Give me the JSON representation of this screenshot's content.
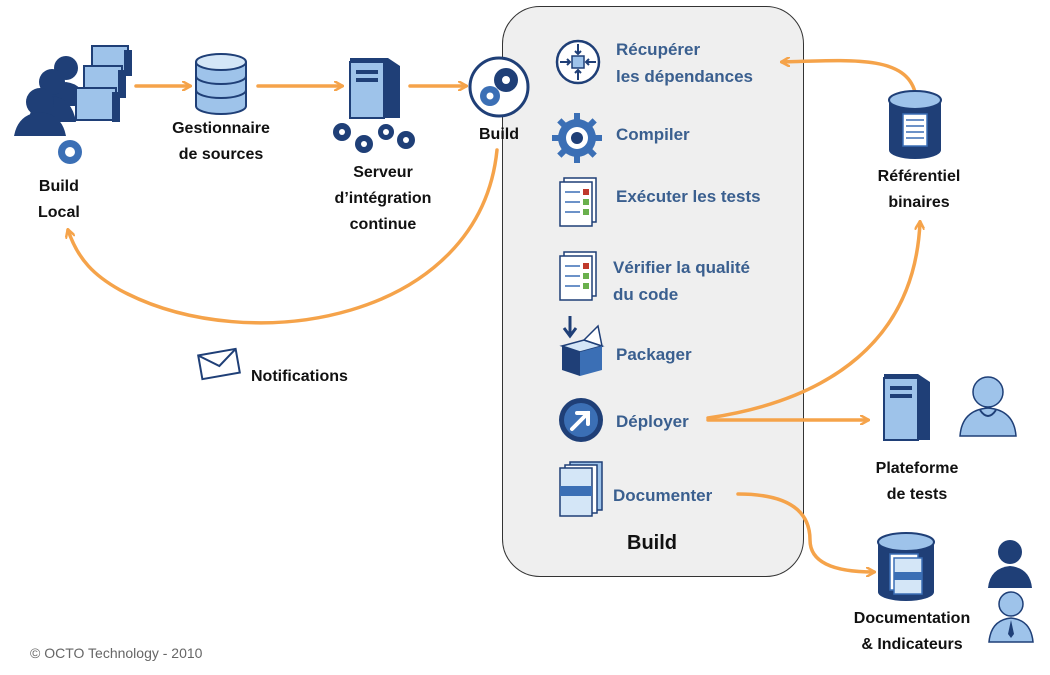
{
  "colors": {
    "arrow": "#f5a34a",
    "step_text": "#3a5f8f",
    "icon_dark": "#1f3f77",
    "icon_mid": "#3b6fb5",
    "icon_light": "#9ec3ea"
  },
  "nodes": {
    "build_local": [
      "Build",
      "Local"
    ],
    "scm": [
      "Gestionnaire",
      "de sources"
    ],
    "ci_server": [
      "Serveur",
      "d’intégration",
      "continue"
    ],
    "build_trigger": "Build",
    "binaries": [
      "Référentiel",
      "binaires"
    ],
    "test_platform": [
      "Plateforme",
      "de tests"
    ],
    "docs": [
      "Documentation",
      "& Indicateurs"
    ],
    "notifications": "Notifications"
  },
  "build_panel": {
    "title": "Build",
    "steps": [
      {
        "label": [
          "Récupérer",
          "les dépendances"
        ],
        "icon": "dependencies-icon"
      },
      {
        "label": [
          "Compiler"
        ],
        "icon": "gear-icon"
      },
      {
        "label": [
          "Exécuter les tests"
        ],
        "icon": "checklist-icon"
      },
      {
        "label": [
          "Vérifier la qualité",
          "du  code"
        ],
        "icon": "checklist-icon"
      },
      {
        "label": [
          "Packager"
        ],
        "icon": "package-box-icon"
      },
      {
        "label": [
          "Déployer"
        ],
        "icon": "deploy-arrow-icon"
      },
      {
        "label": [
          "Documenter"
        ],
        "icon": "documents-icon"
      }
    ]
  },
  "footer": {
    "copyright": "© OCTO Technology -  2010"
  }
}
